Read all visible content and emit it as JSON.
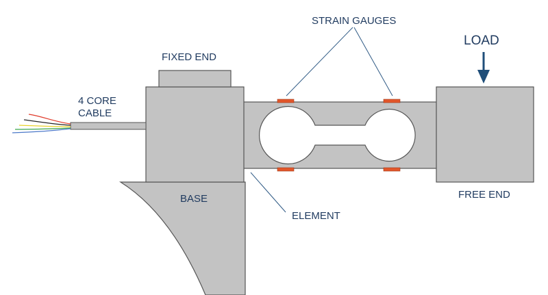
{
  "labels": {
    "strain_gauges": "STRAIN GAUGES",
    "fixed_end": "FIXED END",
    "load": "LOAD",
    "cable_line1": "4 CORE",
    "cable_line2": "CABLE",
    "base": "BASE",
    "element": "ELEMENT",
    "free_end": "FREE END"
  },
  "colors": {
    "body_fill": "#c3c3c3",
    "outline": "#555555",
    "gauge": "#e2572b",
    "label_text": "#1f3a5f",
    "leader_line": "#2f5a85",
    "load_arrow": "#1f4e79",
    "wire_red": "#e03a2a",
    "wire_black": "#222222",
    "wire_yellow": "#e8d22a",
    "wire_green": "#3aa64a",
    "wire_blue": "#4a78c8"
  }
}
